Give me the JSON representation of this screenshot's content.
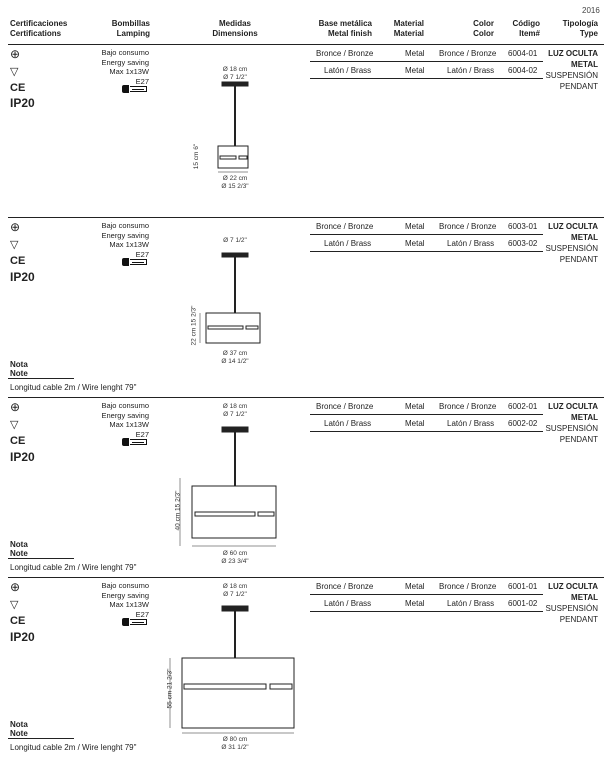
{
  "header": {
    "year": "2016",
    "certifications": [
      "Certificaciones",
      "Certifications"
    ],
    "lamping": [
      "Bombillas",
      "Lamping"
    ],
    "dimensions": [
      "Medidas",
      "Dimensions"
    ],
    "finish": [
      "Base metálica",
      "Metal finish"
    ],
    "material": [
      "Material",
      "Material"
    ],
    "color": [
      "Color",
      "Color"
    ],
    "item": [
      "Código",
      "Item#"
    ],
    "type": [
      "Tipología",
      "Type"
    ]
  },
  "cert": {
    "ip": "IP20",
    "ce": "CE"
  },
  "lamping": {
    "line1": "Bajo consumo",
    "line2": "Energy saving",
    "line3": "Max 1x13W E27"
  },
  "note": {
    "line1": "Nota",
    "line2": "Note",
    "cable": "Longitud cable 2m / Wire lenght 79\""
  },
  "products": [
    {
      "rows": [
        {
          "finish": "Bronce / Bronze",
          "material": "Metal",
          "color": "Bronce / Bronze",
          "code": "6004-01"
        },
        {
          "finish": "Latón / Brass",
          "material": "Metal",
          "color": "Latón / Brass",
          "code": "6004-02"
        }
      ],
      "type": [
        "LUZ OCULTA",
        "METAL",
        "SUSPENSIÓN",
        "PENDANT"
      ],
      "dims": {
        "canopy1": "Ø 18 cm",
        "canopy2": "Ø 7 1/2\"",
        "height1": "15 cm",
        "height2": "6\"",
        "width1": "Ø 22 cm",
        "width2": "Ø 15 2/3\""
      }
    },
    {
      "rows": [
        {
          "finish": "Bronce / Bronze",
          "material": "Metal",
          "color": "Bronce / Bronze",
          "code": "6003-01"
        },
        {
          "finish": "Latón / Brass",
          "material": "Metal",
          "color": "Latón / Brass",
          "code": "6003-02"
        }
      ],
      "type": [
        "LUZ OCULTA",
        "METAL",
        "SUSPENSIÓN",
        "PENDANT"
      ],
      "dims": {
        "canopy1": "Ø 7 1/2\"",
        "height1": "22 cm",
        "height2": "15 2/3\"",
        "width1": "Ø 37 cm",
        "width2": "Ø 14 1/2\""
      }
    },
    {
      "rows": [
        {
          "finish": "Bronce / Bronze",
          "material": "Metal",
          "color": "Bronce / Bronze",
          "code": "6002-01"
        },
        {
          "finish": "Latón / Brass",
          "material": "Metal",
          "color": "Latón / Brass",
          "code": "6002-02"
        }
      ],
      "type": [
        "LUZ OCULTA",
        "METAL",
        "SUSPENSIÓN",
        "PENDANT"
      ],
      "dims": {
        "canopy1": "Ø 18 cm",
        "canopy2": "Ø 7 1/2\"",
        "height1": "40 cm",
        "height2": "15 2/3\"",
        "width1": "Ø 60 cm",
        "width2": "Ø 23 3/4\""
      }
    },
    {
      "rows": [
        {
          "finish": "Bronce / Bronze",
          "material": "Metal",
          "color": "Bronce / Bronze",
          "code": "6001-01"
        },
        {
          "finish": "Latón / Brass",
          "material": "Metal",
          "color": "Latón / Brass",
          "code": "6001-02"
        }
      ],
      "type": [
        "LUZ OCULTA",
        "METAL",
        "SUSPENSIÓN",
        "PENDANT"
      ],
      "dims": {
        "canopy1": "Ø 18 cm",
        "canopy2": "Ø 7 1/2\"",
        "height1": "55 cm",
        "height2": "21 2/3\"",
        "width1": "Ø 80 cm",
        "width2": "Ø 31 1/2\""
      }
    }
  ]
}
